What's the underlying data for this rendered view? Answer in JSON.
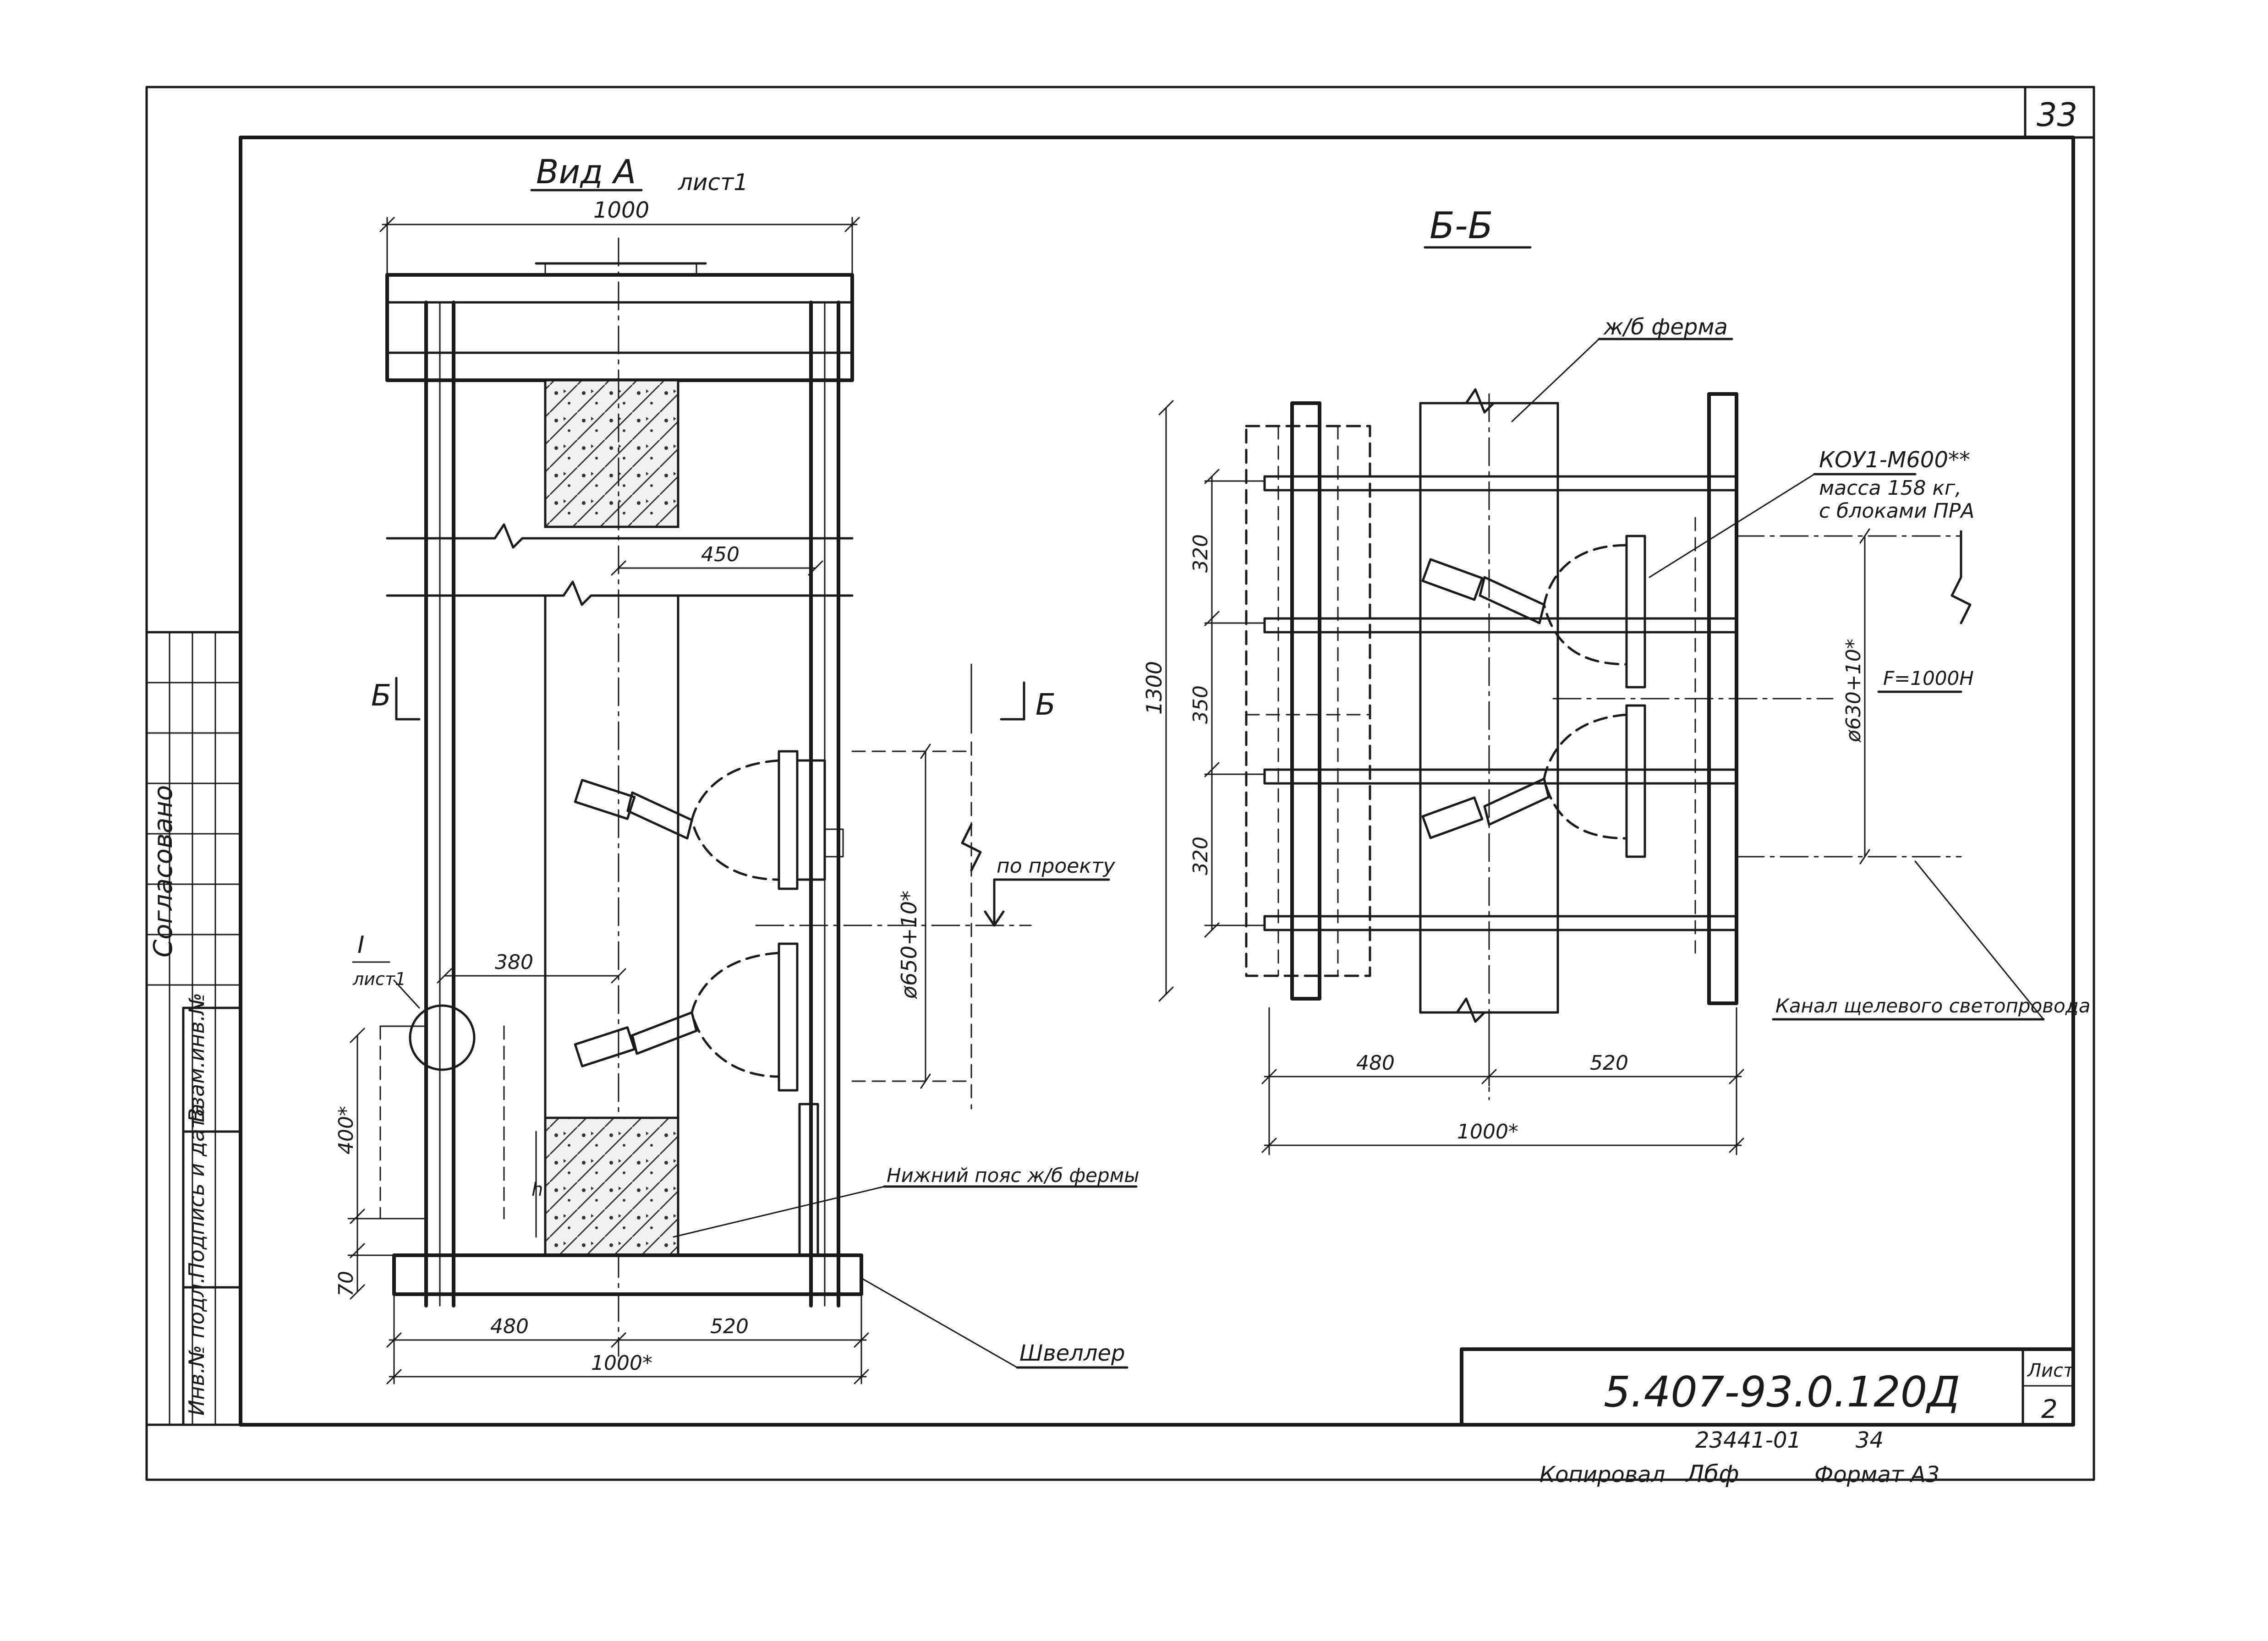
{
  "sheet": {
    "corner_page_number": "33",
    "approval_label": "Согласовано",
    "side_labels": [
      "Взам.инв.№",
      "Подпись и дата",
      "Инв.№ подл."
    ],
    "title_block": {
      "designation": "5.407-93.0.120Д",
      "sheet_label": "Лист",
      "sheet_number": "2"
    },
    "archive_number": "23441-01",
    "archive_page": "34",
    "copied_label": "Копировал",
    "copied_signature": "Лбф",
    "format_label": "Формат А3"
  },
  "view_a": {
    "title": "Вид А",
    "sheet_ref": "лист1",
    "section_mark": "Б",
    "node_mark": "I",
    "node_sheet": "лист1",
    "dims": {
      "top_width": "1000",
      "offset": "450",
      "arm": "380",
      "height_400": "400*",
      "height_70": "70",
      "left_480": "480",
      "right_520": "520",
      "total": "1000*",
      "diameter": "ø650+10*",
      "h_mark": "h"
    },
    "callouts": {
      "by_project": "по проекту",
      "lower_chord": "Нижний пояс ж/б фермы",
      "channel": "Швеллер"
    }
  },
  "section_bb": {
    "title": "Б-Б",
    "callouts": {
      "truss": "ж/б ферма",
      "lamp_model": "КОУ1-М600**",
      "lamp_mass": "масса 158 кг,",
      "lamp_blocks": "с блоками ПРА",
      "force": "F=1000Н",
      "channel_light": "Канал щелевого светопровода"
    },
    "dims": {
      "v320_top": "320",
      "v350": "350",
      "v320_bottom": "320",
      "v1300": "1300",
      "diameter": "ø630+10*",
      "left_480": "480",
      "right_520": "520",
      "total": "1000*"
    }
  }
}
